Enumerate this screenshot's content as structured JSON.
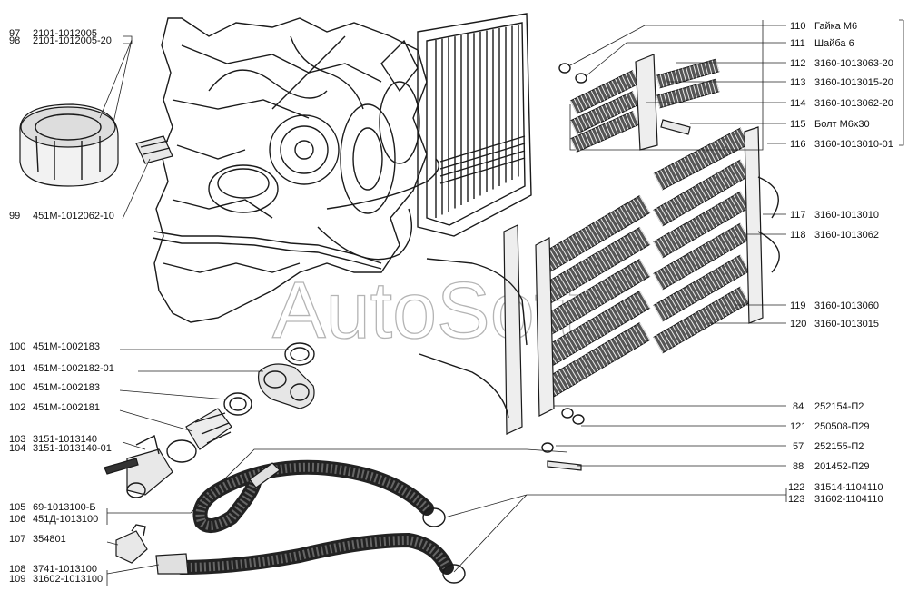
{
  "watermark": "AutoSoft",
  "callouts_left": [
    {
      "num": "97",
      "code": "2101-1012005"
    },
    {
      "num": "98",
      "code": "2101-1012005-20"
    },
    {
      "num": "99",
      "code": "451М-1012062-10"
    },
    {
      "num": "100",
      "code": "451М-1002183"
    },
    {
      "num": "101",
      "code": "451М-1002182-01"
    },
    {
      "num": "100",
      "code": "451М-1002183"
    },
    {
      "num": "102",
      "code": "451М-1002181"
    },
    {
      "num": "103",
      "code": "3151-1013140"
    },
    {
      "num": "104",
      "code": "3151-1013140-01"
    },
    {
      "num": "105",
      "code": "69-1013100-Б"
    },
    {
      "num": "106",
      "code": "451Д-1013100"
    },
    {
      "num": "107",
      "code": "354801"
    },
    {
      "num": "108",
      "code": "3741-1013100"
    },
    {
      "num": "109",
      "code": "31602-1013100"
    }
  ],
  "callouts_right": [
    {
      "num": "110",
      "code": "Гайка М6"
    },
    {
      "num": "111",
      "code": "Шайба 6"
    },
    {
      "num": "112",
      "code": "3160-1013063-20"
    },
    {
      "num": "113",
      "code": "3160-1013015-20"
    },
    {
      "num": "114",
      "code": "3160-1013062-20"
    },
    {
      "num": "115",
      "code": "Болт М6х30"
    },
    {
      "num": "116",
      "code": "3160-1013010-01"
    },
    {
      "num": "117",
      "code": "3160-1013010"
    },
    {
      "num": "118",
      "code": "3160-1013062"
    },
    {
      "num": "119",
      "code": "3160-1013060"
    },
    {
      "num": "120",
      "code": "3160-1013015"
    },
    {
      "num": "84",
      "code": "252154-П2"
    },
    {
      "num": "121",
      "code": "250508-П29"
    },
    {
      "num": "57",
      "code": "252155-П2"
    },
    {
      "num": "88",
      "code": "201452-П29"
    },
    {
      "num": "122",
      "code": "31514-1104110"
    },
    {
      "num": "123",
      "code": "31602-1104110"
    }
  ]
}
